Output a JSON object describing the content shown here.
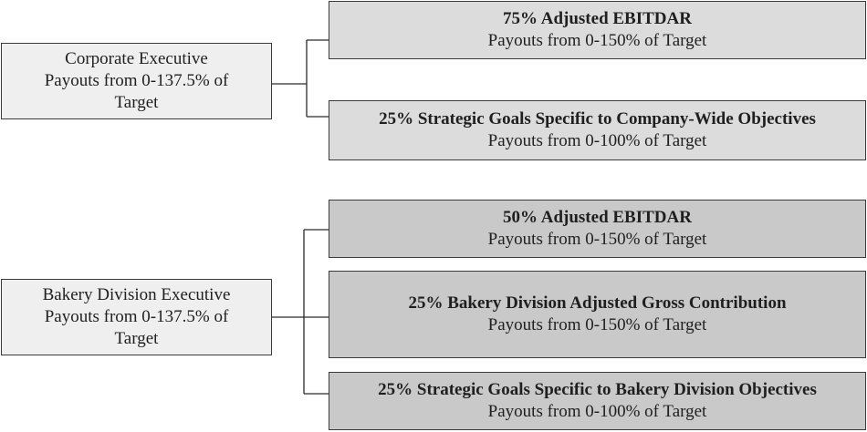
{
  "groups": [
    {
      "executive": {
        "line1": "Corporate Executive",
        "line2": "Payouts from 0-137.5% of",
        "line3": "Target"
      },
      "components": [
        {
          "title": "75% Adjusted EBITDAR",
          "payout": "Payouts from 0-150% of Target"
        },
        {
          "title": "25% Strategic Goals Specific to Company-Wide Objectives",
          "payout": "Payouts from 0-100% of Target"
        }
      ]
    },
    {
      "executive": {
        "line1": "Bakery Division Executive",
        "line2": "Payouts from 0-137.5% of",
        "line3": "Target"
      },
      "components": [
        {
          "title": "50% Adjusted EBITDAR",
          "payout": "Payouts from 0-150% of Target"
        },
        {
          "title": "25% Bakery Division Adjusted Gross Contribution",
          "payout": "Payouts from 0-150% of Target"
        },
        {
          "title": "25% Strategic Goals Specific to Bakery Division Objectives",
          "payout": "Payouts from 0-100% of Target"
        }
      ]
    }
  ]
}
